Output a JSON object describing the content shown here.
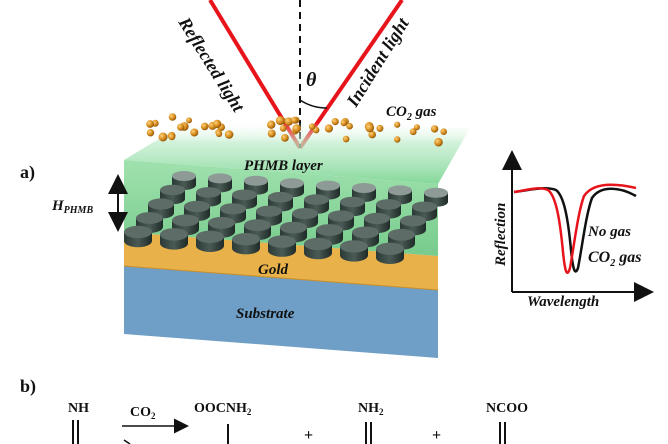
{
  "labels": {
    "panel_a": "a)",
    "panel_b": "b)",
    "reflected_light": "Reflected light",
    "incident_light": "Incident light",
    "theta": "θ",
    "co2_gas_main": "CO",
    "co2_gas_sub": "2",
    "co2_gas_tail": " gas",
    "phmb_layer": "PHMB layer",
    "h_main": "H",
    "h_sub": "PHMB",
    "gold": "Gold",
    "substrate": "Substrate"
  },
  "spectrum": {
    "y_axis_label": "Reflection",
    "x_axis_label": "Wavelength",
    "legend_no_gas": "No gas",
    "legend_co2_main": "CO",
    "legend_co2_sub": "2",
    "legend_co2_tail": " gas",
    "color_no_gas": "#111111",
    "color_co2": "#e8141b"
  },
  "reaction": {
    "reactant": "NH",
    "reagent_main": "CO",
    "reagent_sub": "2",
    "product1_main": "OOCNH",
    "product1_sub": "2",
    "plus1": "+",
    "product2_main": "NH",
    "product2_sub": "2",
    "plus2": "+",
    "product3": "NCOO"
  },
  "colors": {
    "light_ray": "#e8141b",
    "gold": "#e8b14a",
    "substrate": "#6f9fc7",
    "phmb_green": "#74d68a",
    "particle": "#d48a1c"
  }
}
